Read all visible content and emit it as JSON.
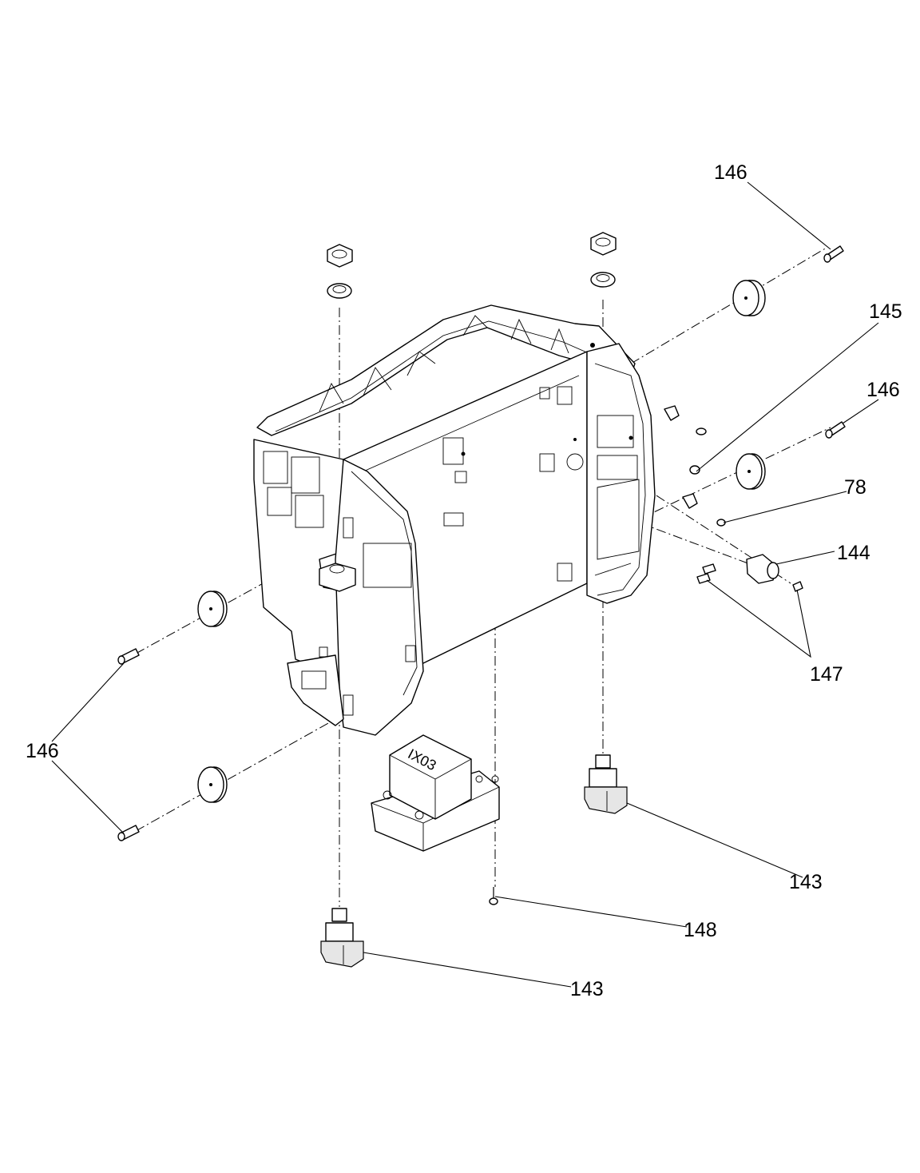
{
  "diagram": {
    "callouts": [
      {
        "id": "c146a",
        "text": "146"
      },
      {
        "id": "c145",
        "text": "145"
      },
      {
        "id": "c146b",
        "text": "146"
      },
      {
        "id": "c78",
        "text": "78"
      },
      {
        "id": "c144",
        "text": "144"
      },
      {
        "id": "c147",
        "text": "147"
      },
      {
        "id": "c146c",
        "text": "146"
      },
      {
        "id": "c143a",
        "text": "143"
      },
      {
        "id": "c148",
        "text": "148"
      },
      {
        "id": "c143b",
        "text": "143"
      }
    ],
    "module_marking": "IX03"
  }
}
